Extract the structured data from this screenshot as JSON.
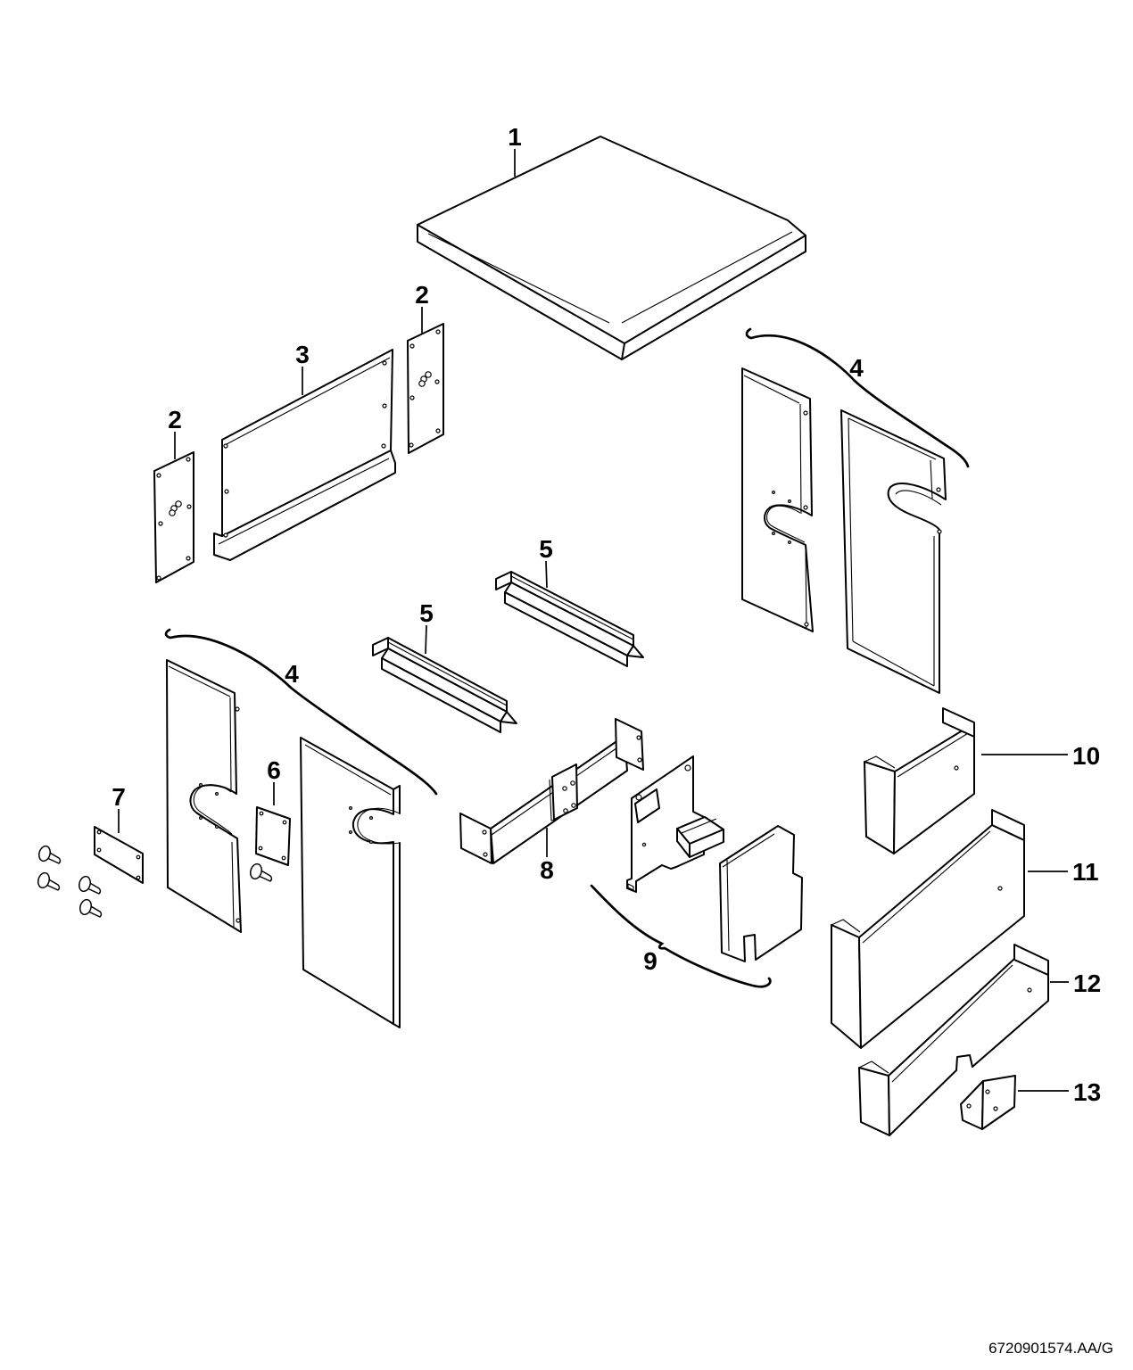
{
  "document": {
    "reference_code": "6720901574.AA/G"
  },
  "colors": {
    "line": "#000000",
    "background": "#ffffff"
  },
  "callouts": {
    "c1": "1",
    "c2_right": "2",
    "c2_left": "2",
    "c3": "3",
    "c4_right": "4",
    "c4_left": "4",
    "c5_upper": "5",
    "c5_lower": "5",
    "c6": "6",
    "c7": "7",
    "c8": "8",
    "c9": "9",
    "c10": "10",
    "c11": "11",
    "c12": "12",
    "c13": "13"
  }
}
